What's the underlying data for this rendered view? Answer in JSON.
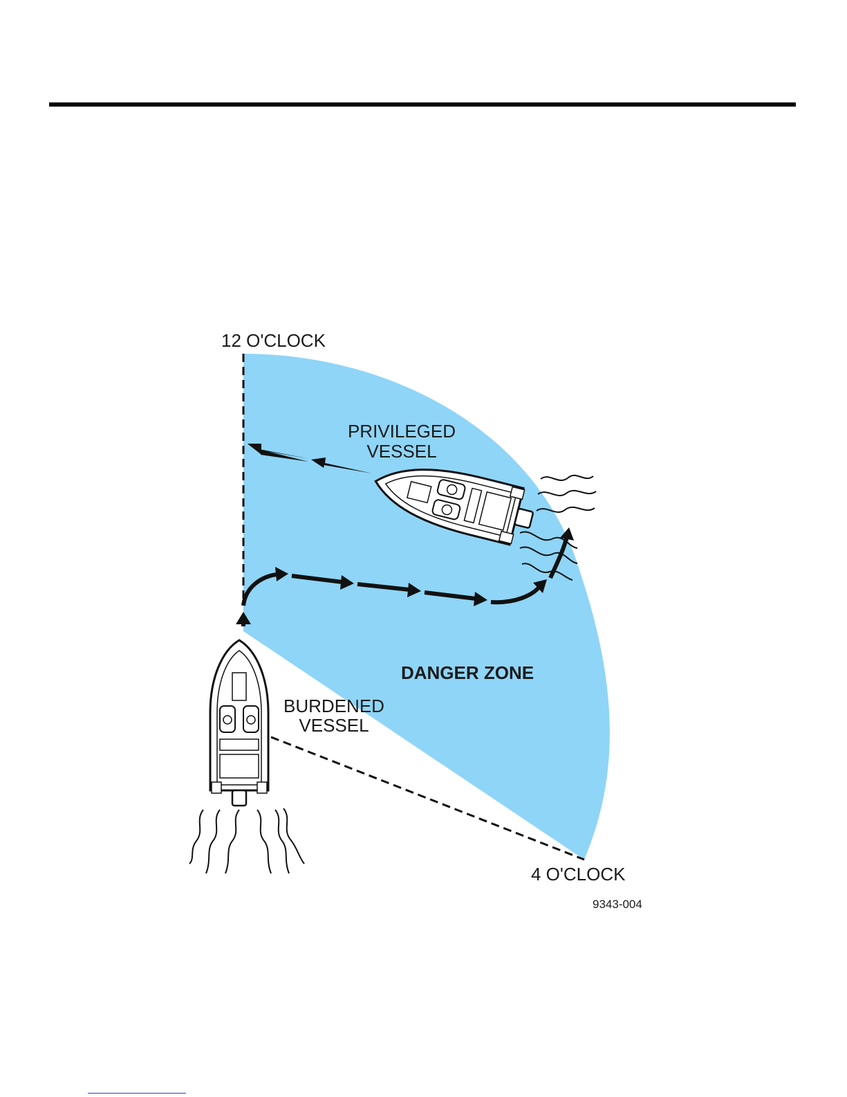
{
  "diagram": {
    "labels": {
      "twelve_oclock": "12 O'CLOCK",
      "four_oclock": "4 O'CLOCK",
      "privileged_line1": "PRIVILEGED",
      "privileged_line2": "VESSEL",
      "burdened_line1": "BURDENED",
      "burdened_line2": "VESSEL",
      "danger_zone": "DANGER ZONE",
      "figure_code": "9343-004"
    },
    "colors": {
      "danger_zone_fill": "#8fd5f7",
      "ink": "#1a1a1a"
    }
  }
}
